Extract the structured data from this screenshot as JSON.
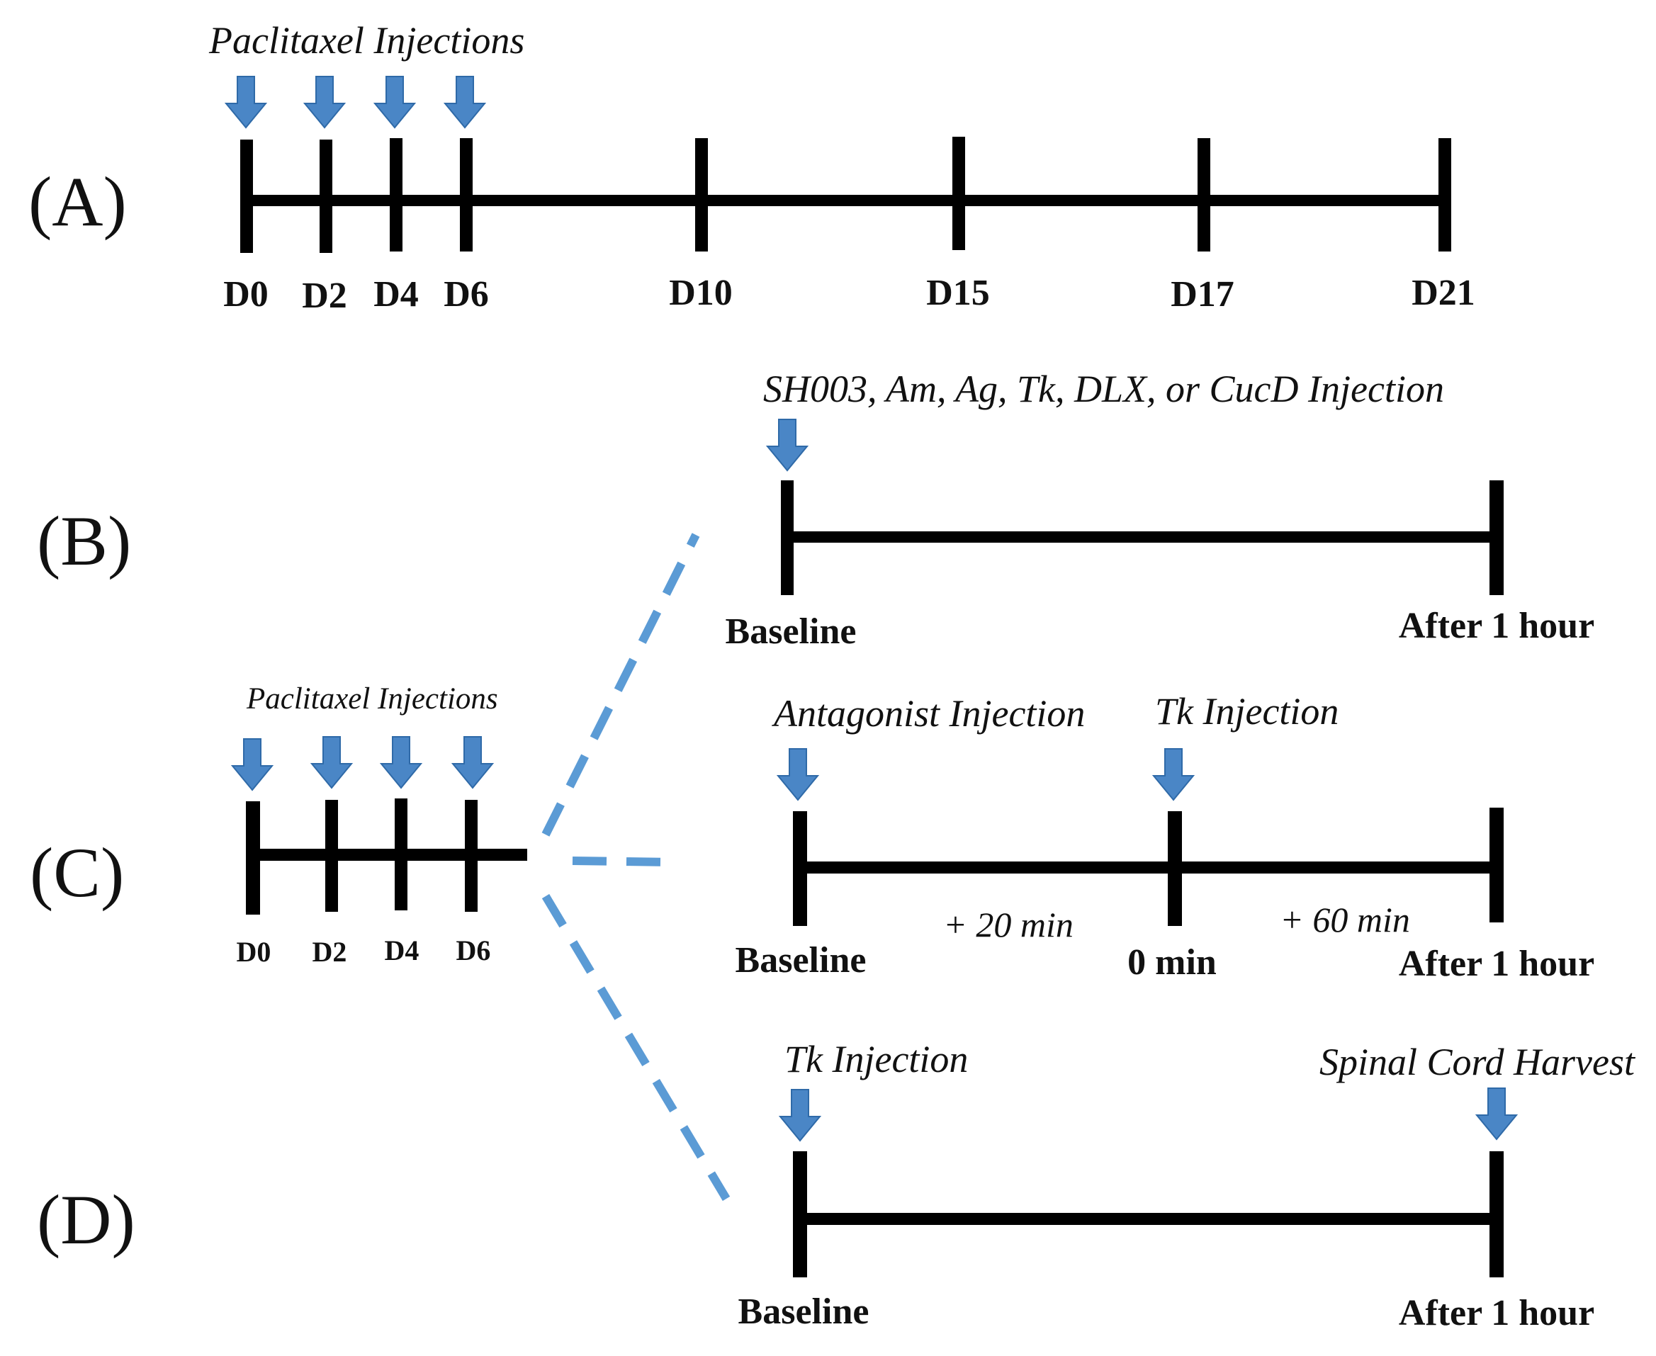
{
  "colors": {
    "line": "#000000",
    "arrow": "#4a86c6",
    "arrow_stroke": "#2f6aa8",
    "dashed": "#5b9bd5"
  },
  "panel_a": {
    "label": "(A)",
    "annotation": "Paclitaxel Injections",
    "ticks": [
      "D0",
      "D2",
      "D4",
      "D6",
      "D10",
      "D15",
      "D17",
      "D21"
    ]
  },
  "panel_b": {
    "label": "(B)",
    "annotation": "SH003, Am, Ag, Tk, DLX, or CucD Injection",
    "start": "Baseline",
    "end": "After 1 hour"
  },
  "panel_c": {
    "label": "(C)",
    "mini_annotation": "Paclitaxel Injections",
    "mini_ticks": [
      "D0",
      "D2",
      "D4",
      "D6"
    ],
    "annotation_1": "Antagonist Injection",
    "annotation_2": "Tk Injection",
    "start": "Baseline",
    "middle": "0 min",
    "end": "After 1 hour",
    "interval_1": "+ 20 min",
    "interval_2": "+ 60 min"
  },
  "panel_d": {
    "label": "(D)",
    "annotation_1": "Tk Injection",
    "annotation_2": "Spinal Cord Harvest",
    "start": "Baseline",
    "end": "After 1 hour"
  }
}
